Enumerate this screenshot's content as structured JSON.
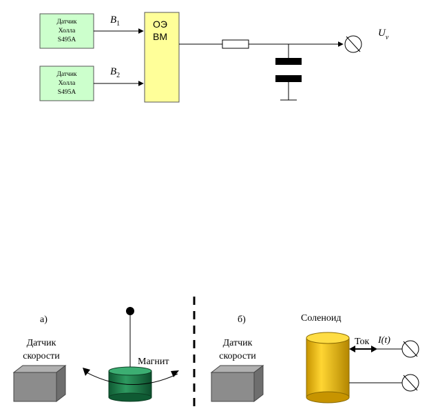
{
  "top_circuit": {
    "sensor1": {
      "line1": "Датчик",
      "line2": "Холла",
      "line3": "S495A"
    },
    "sensor2": {
      "line1": "Датчик",
      "line2": "Холла",
      "line3": "S495A"
    },
    "signal1": {
      "symbol": "B",
      "subscript": "1"
    },
    "signal2": {
      "symbol": "B",
      "subscript": "2"
    },
    "processor": {
      "line1": "ОЭ",
      "line2": "ВМ"
    },
    "output": {
      "symbol": "U",
      "subscript": "v"
    },
    "colors": {
      "sensor_fill": "#ccffcc",
      "processor_fill": "#ffff99",
      "capacitor": "#000000"
    }
  },
  "bottom_figure": {
    "panel_a": {
      "label": "а)",
      "sensor_line1": "Датчик",
      "sensor_line2": "скорости",
      "magnet_label": "Магнит",
      "colors": {
        "magnet": "#1f7a4a",
        "box": "#8c8c8c"
      }
    },
    "panel_b": {
      "label": "б)",
      "solenoid_label": "Соленоид",
      "sensor_line1": "Датчик",
      "sensor_line2": "скорости",
      "current_label": "Ток",
      "current_symbol": "I(t)",
      "colors": {
        "solenoid": "#e6b800",
        "box": "#8c8c8c"
      }
    }
  }
}
